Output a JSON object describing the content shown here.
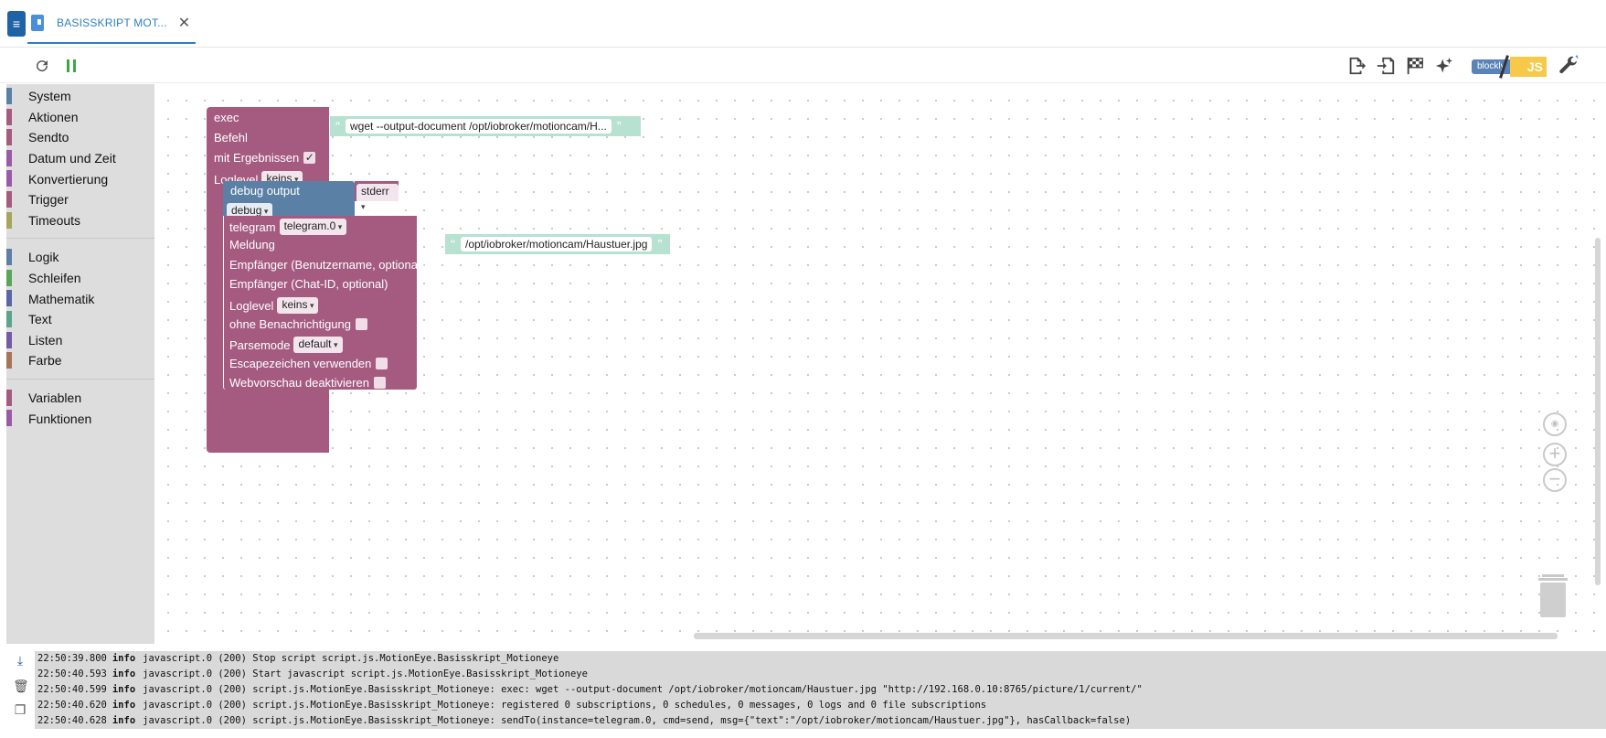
{
  "tab": {
    "label": "BASISSKRIPT MOT...",
    "close": "✕"
  },
  "toolbar": {
    "reload_icon": "↻",
    "pause_icon": "❚❚",
    "blockly_label": "blockly",
    "js_label": "JS"
  },
  "toolbox": {
    "groups": [
      [
        {
          "label": "System",
          "color": "#5b80a5"
        },
        {
          "label": "Aktionen",
          "color": "#a55b80"
        },
        {
          "label": "Sendto",
          "color": "#a55b80"
        },
        {
          "label": "Datum und Zeit",
          "color": "#995ba5"
        },
        {
          "label": "Konvertierung",
          "color": "#995ba5"
        },
        {
          "label": "Trigger",
          "color": "#a55b80"
        },
        {
          "label": "Timeouts",
          "color": "#a5a55b"
        }
      ],
      [
        {
          "label": "Logik",
          "color": "#5b80a5"
        },
        {
          "label": "Schleifen",
          "color": "#5ba55b"
        },
        {
          "label": "Mathematik",
          "color": "#5b67a5"
        },
        {
          "label": "Text",
          "color": "#5ba58c"
        },
        {
          "label": "Listen",
          "color": "#745ba5"
        },
        {
          "label": "Farbe",
          "color": "#a5745b"
        }
      ],
      [
        {
          "label": "Variablen",
          "color": "#a55b80"
        },
        {
          "label": "Funktionen",
          "color": "#995ba5"
        }
      ]
    ]
  },
  "blocks": {
    "exec": {
      "title": "exec",
      "befehl_label": "Befehl",
      "befehl_value": "wget --output-document /opt/iobroker/motioncam/H...",
      "mit_ergebnissen_label": "mit Ergebnissen",
      "mit_ergebnissen_check": "✓",
      "loglevel_label": "Loglevel",
      "loglevel_value": "keins"
    },
    "debug": {
      "title": "debug output",
      "value": "stderr",
      "level": "debug"
    },
    "telegram": {
      "title": "telegram",
      "instance": "telegram.0",
      "meldung_label": "Meldung",
      "meldung_value": "/opt/iobroker/motioncam/Haustuer.jpg",
      "empfaenger_name_label": "Empfänger (Benutzername, optional)",
      "empfaenger_chat_label": "Empfänger (Chat-ID, optional)",
      "loglevel_label": "Loglevel",
      "loglevel_value": "keins",
      "ohne_label": "ohne Benachrichtigung",
      "parsemode_label": "Parsemode",
      "parsemode_value": "default",
      "escape_label": "Escapezeichen verwenden",
      "webvorschau_label": "Webvorschau deaktivieren"
    }
  },
  "log": {
    "lines": [
      {
        "time": "22:50:39.800",
        "level": "info",
        "text": "javascript.0 (200) Stop script script.js.MotionEye.Basisskript_Motioneye"
      },
      {
        "time": "22:50:40.593",
        "level": "info",
        "text": "javascript.0 (200) Start javascript script.js.MotionEye.Basisskript_Motioneye"
      },
      {
        "time": "22:50:40.599",
        "level": "info",
        "text": "javascript.0 (200) script.js.MotionEye.Basisskript_Motioneye: exec: wget --output-document /opt/iobroker/motioncam/Haustuer.jpg \"http://192.168.0.10:8765/picture/1/current/\""
      },
      {
        "time": "22:50:40.620",
        "level": "info",
        "text": "javascript.0 (200) script.js.MotionEye.Basisskript_Motioneye: registered 0 subscriptions, 0 schedules, 0 messages, 0 logs and 0 file subscriptions"
      },
      {
        "time": "22:50:40.628",
        "level": "info",
        "text": "javascript.0 (200) script.js.MotionEye.Basisskript_Motioneye: sendTo(instance=telegram.0, cmd=send, msg={\"text\":\"/opt/iobroker/motioncam/Haustuer.jpg\"}, hasCallback=false)"
      }
    ]
  }
}
